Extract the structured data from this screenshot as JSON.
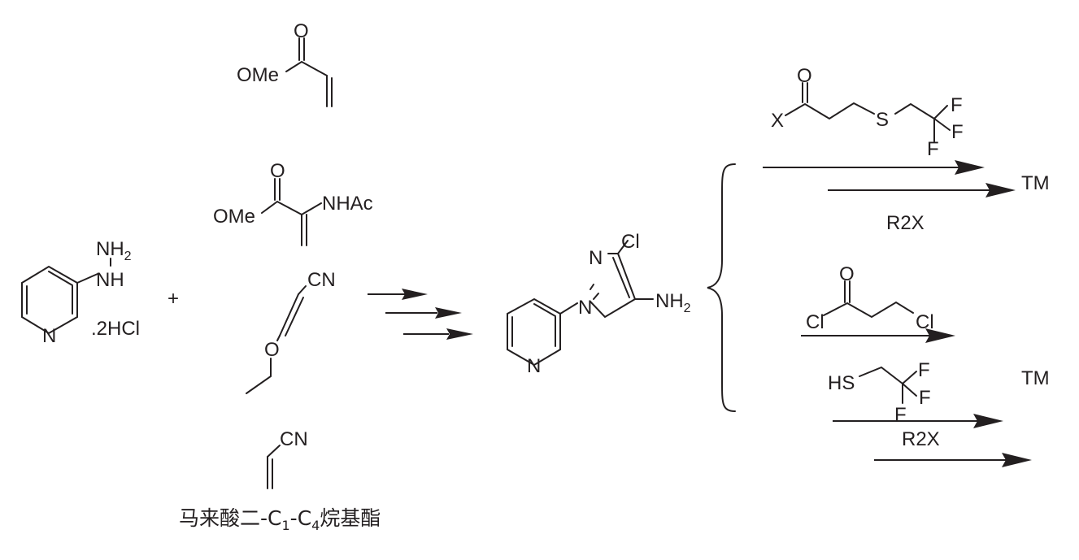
{
  "labels": {
    "nh2_top": "NH",
    "nh2_top_sub": "2",
    "nh": "NH",
    "n_pyr1": "N",
    "hcl": ".2HCl",
    "plus": "+",
    "o1": "O",
    "ome1": "OMe",
    "o2": "O",
    "ome2": "OMe",
    "nhac": "NHAc",
    "cn1": "CN",
    "o_ether": "O",
    "cn2": "CN",
    "n_pz1": "N",
    "n_pz2": "N",
    "cl_pz": "Cl",
    "nh2_pz": "NH",
    "nh2_pz_sub": "2",
    "n_pyr2": "N",
    "o_r1": "O",
    "x_r1": "X",
    "s_r1": "S",
    "f1": "F",
    "f2": "F",
    "f3": "F",
    "tm1": "TM",
    "r2x1": "R2X",
    "o_r2": "O",
    "cl_r2a": "Cl",
    "cl_r2b": "Cl",
    "hs": "HS",
    "f4": "F",
    "f5": "F",
    "f6": "F",
    "tm2": "TM",
    "r2x2": "R2X"
  },
  "caption": {
    "part1": "马来酸二-C",
    "sub1": "1",
    "part2": "-C",
    "sub2": "4",
    "part3": "烷基酯"
  }
}
